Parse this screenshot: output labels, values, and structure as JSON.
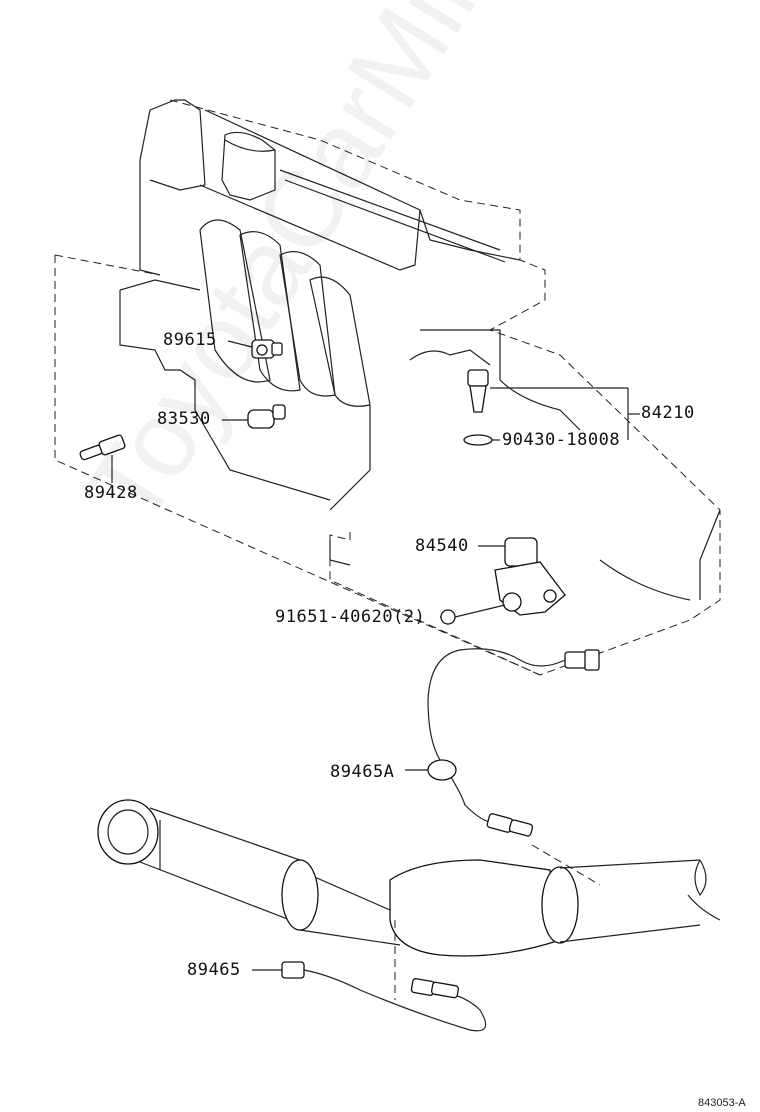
{
  "callouts": {
    "p89615": "89615",
    "p83530": "83530",
    "p89428": "89428",
    "p84210": "84210",
    "p90430": "90430-18008",
    "p84540": "84540",
    "p91651": "91651-40620(2)",
    "p89465a": "89465A",
    "p89465": "89465"
  },
  "diagram_id": "843053-A",
  "watermark": "ToyotaCarMine.ru"
}
